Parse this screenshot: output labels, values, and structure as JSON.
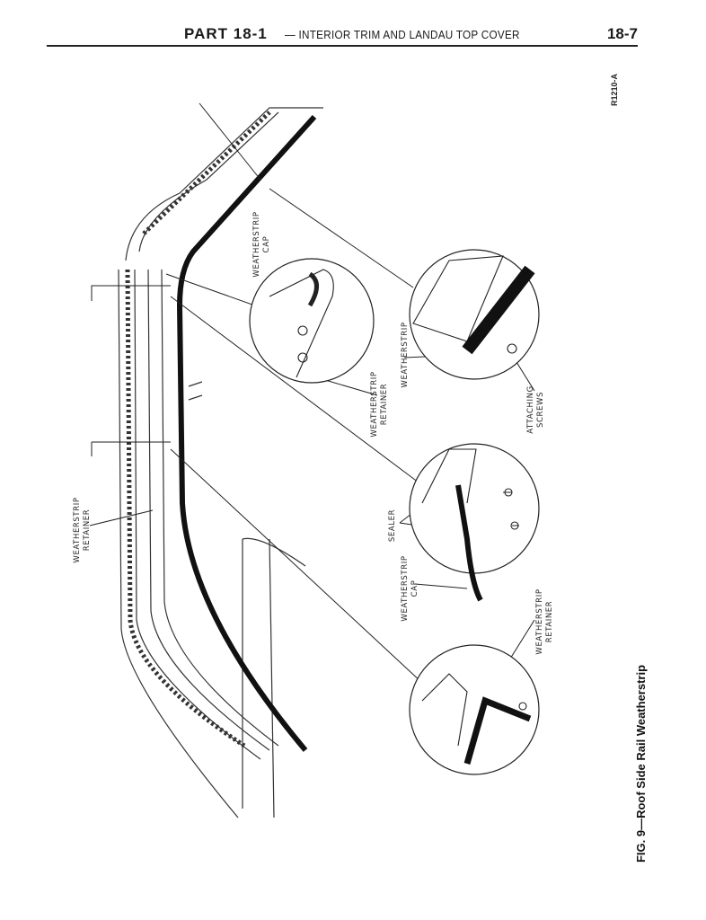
{
  "header": {
    "part": "PART 18-1",
    "title": "— INTERIOR TRIM AND LANDAU TOP COVER",
    "page": "18-7"
  },
  "figure": {
    "code": "R1210-A",
    "caption": "FIG. 9—Roof Side Rail Weatherstrip",
    "labels": {
      "cap_top": [
        "WEATHERSTRIP",
        "CAP"
      ],
      "retainer_detail1": [
        "WEATHERSTRIP",
        "RETAINER"
      ],
      "weatherstrip": "WEATHERSTRIP",
      "attaching_screws": [
        "ATTACHING",
        "SCREWS"
      ],
      "sealer": "SEALER",
      "cap_mid": [
        "WEATHERSTRIP",
        "CAP"
      ],
      "retainer_bottom": [
        "WEATHERSTRIP",
        "RETAINER"
      ],
      "retainer_left": [
        "WEATHERSTRIP",
        "RETAINER"
      ]
    }
  }
}
